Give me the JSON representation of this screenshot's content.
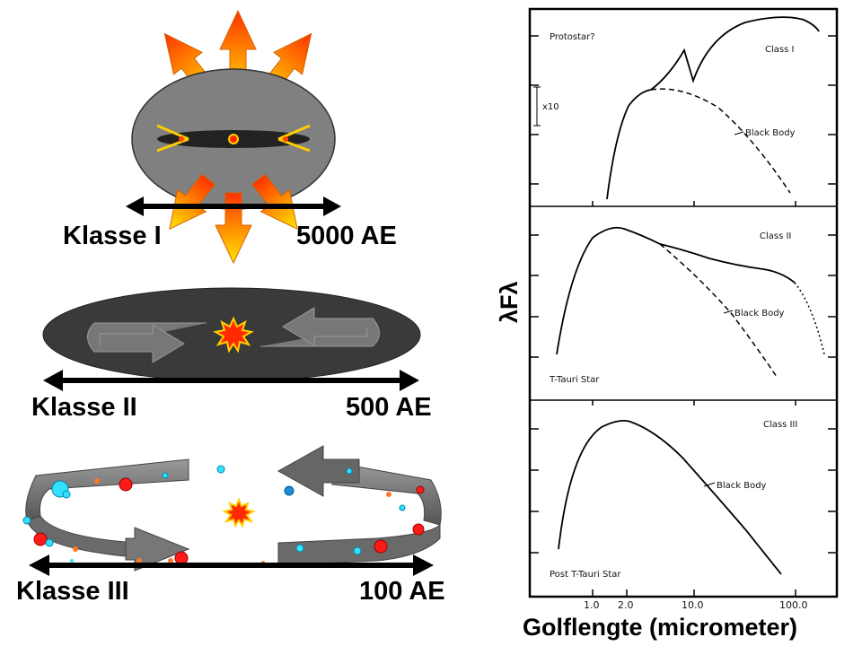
{
  "left_panels": {
    "class1": {
      "label": "Klasse I",
      "scale": "5000 AE"
    },
    "class2": {
      "label": "Klasse II",
      "scale": "500 AE"
    },
    "class3": {
      "label": "Klasse III",
      "scale": "100 AE"
    }
  },
  "sed_plot": {
    "panels": [
      {
        "class_label": "Class I",
        "annotation": "Protostar?",
        "curve_label": "Black Body",
        "factor_label": "x10"
      },
      {
        "class_label": "Class II",
        "annotation": "T-Tauri Star",
        "curve_label": "Black Body"
      },
      {
        "class_label": "Class III",
        "annotation": "Post T-Tauri Star",
        "curve_label": "Black Body"
      }
    ],
    "x_ticks": [
      "1.0",
      "2.0",
      "10.0",
      "100.0"
    ],
    "x_label": "Golflengte (micrometer)",
    "y_label": "λFλ"
  },
  "colors": {
    "disk_dark": "#3a3a3a",
    "envelope_gray": "#808080",
    "star_red": "#ff2a00",
    "star_yellow": "#ffd000",
    "outflow_orange": "#ff6a00"
  }
}
